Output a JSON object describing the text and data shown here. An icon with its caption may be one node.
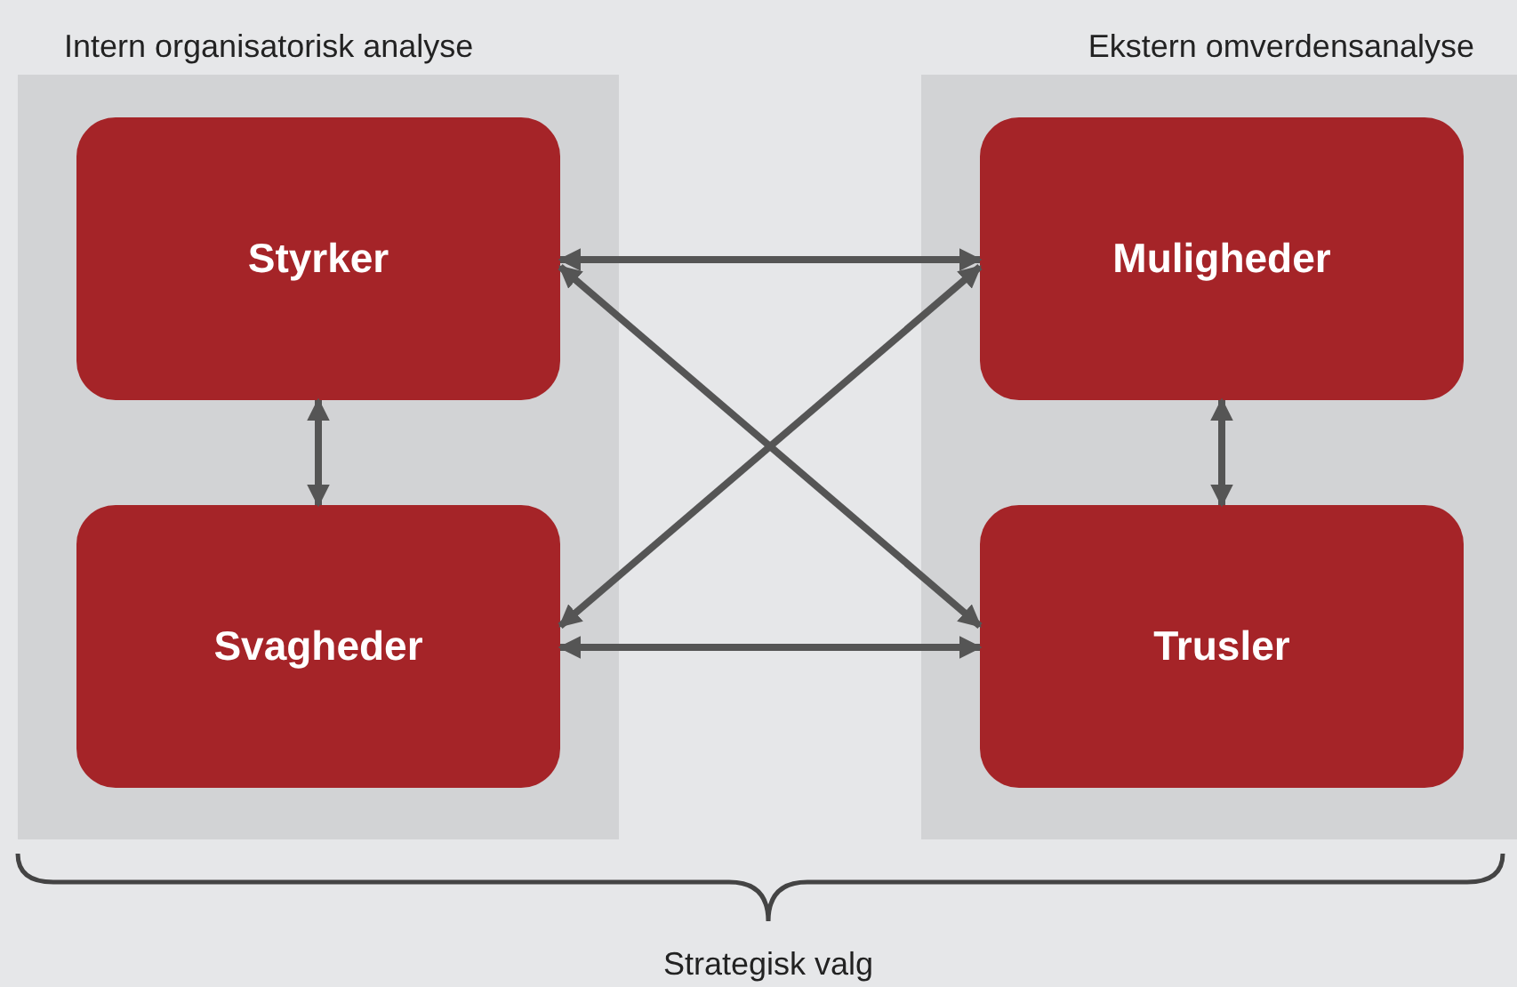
{
  "diagram": {
    "nodes": [
      {
        "text": [
          "Intern organisatorisk analyse"
        ]
      },
      {
        "text": [
          "Styrker"
        ],
        "in": 0
      },
      {
        "text": [
          "Svagheder"
        ],
        "in": 0
      },
      {
        "text": [
          "Ekstern omverdensanalyse"
        ]
      },
      {
        "text": [
          "Muligheder"
        ],
        "in": 3
      },
      {
        "text": [
          "Trusler"
        ],
        "in": 3
      }
    ],
    "edges": [
      {
        "from": 1,
        "to": 2,
        "arrow": "both"
      },
      {
        "from": 1,
        "to": 4,
        "arrow": "both"
      },
      {
        "from": 1,
        "to": 5,
        "arrow": "both"
      },
      {
        "from": 2,
        "to": 4,
        "arrow": "both"
      },
      {
        "from": 2,
        "to": 5,
        "arrow": "both"
      },
      {
        "from": 4,
        "to": 5,
        "arrow": "both"
      }
    ],
    "labels": [
      "Strategisk valg"
    ]
  }
}
